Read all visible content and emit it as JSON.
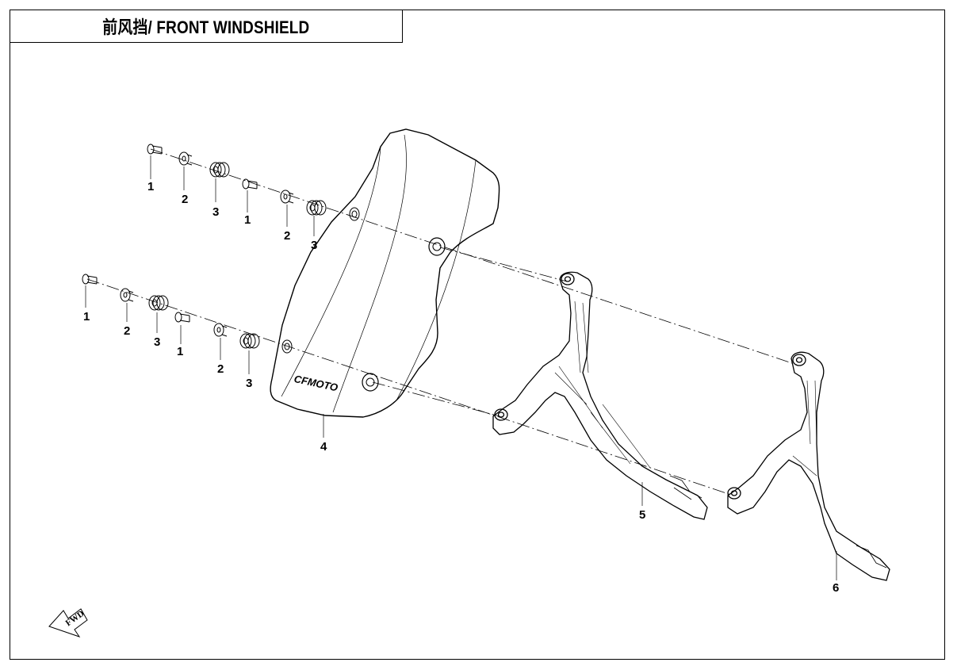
{
  "diagram": {
    "title": "前风挡/ FRONT WINDSHIELD",
    "logo_text": "CFMOTO",
    "fwd_label": "FWD"
  },
  "callouts": {
    "c1a": "1",
    "c2a": "2",
    "c3a": "3",
    "c1b": "1",
    "c2b": "2",
    "c3b": "3",
    "c1c": "1",
    "c2c": "2",
    "c3c": "3",
    "c1d": "1",
    "c2d": "2",
    "c3d": "3",
    "c4": "4",
    "c5": "5",
    "c6": "6"
  },
  "colors": {
    "line": "#000000",
    "background": "#ffffff"
  }
}
